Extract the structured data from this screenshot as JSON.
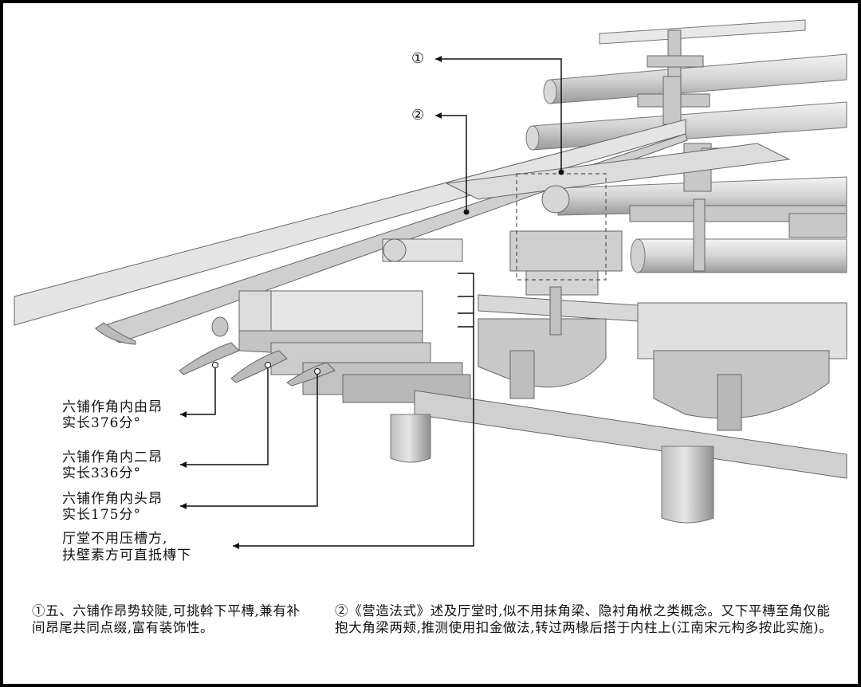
{
  "markers": {
    "one": "①",
    "two": "②"
  },
  "callouts": [
    {
      "line1": "六铺作角内由昂",
      "line2": "实长376分°"
    },
    {
      "line1": "六铺作角内二昂",
      "line2": "实长336分°"
    },
    {
      "line1": "六铺作角内头昂",
      "line2": "实长175分°"
    },
    {
      "line1": "厅堂不用压槽方,",
      "line2": "扶壁素方可直抵槫下"
    }
  ],
  "notes": {
    "left": "①五、六铺作昂势较陡,可挑斡下平槫,兼有补间昂尾共同点缀,富有装饰性。",
    "right": "②《营造法式》述及厅堂时,似不用抹角梁、隐衬角栿之类概念。又下平槫至角仅能抱大角梁两颊,推测使用扣金做法,转过两椽后搭于内柱上(江南宋元构多按此实施)。"
  },
  "colors": {
    "background": "#ffffff",
    "border": "#000000",
    "model": "#d2d2d2",
    "leader": "#111111"
  }
}
